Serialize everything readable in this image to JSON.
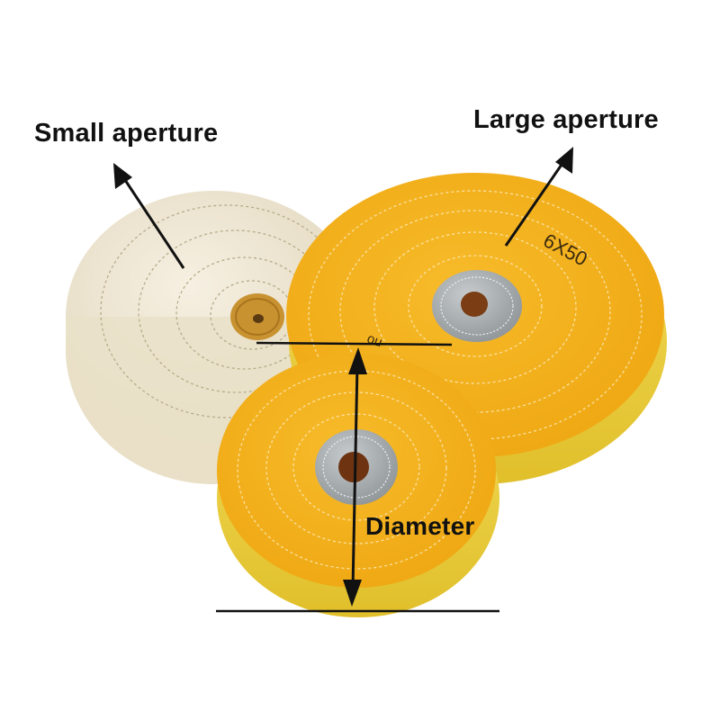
{
  "labels": {
    "small_aperture": "Small aperture",
    "large_aperture": "Large aperture",
    "diameter": "Diameter"
  },
  "wheel_marking": "6X50",
  "partial_marking": "no",
  "colors": {
    "cotton_wheel": "#efe7d3",
    "yellow_wheel": "#f3b21f",
    "yellow_rim": "#ecd24a",
    "metal_washer": "#a8adb0",
    "arrow": "#111111"
  }
}
